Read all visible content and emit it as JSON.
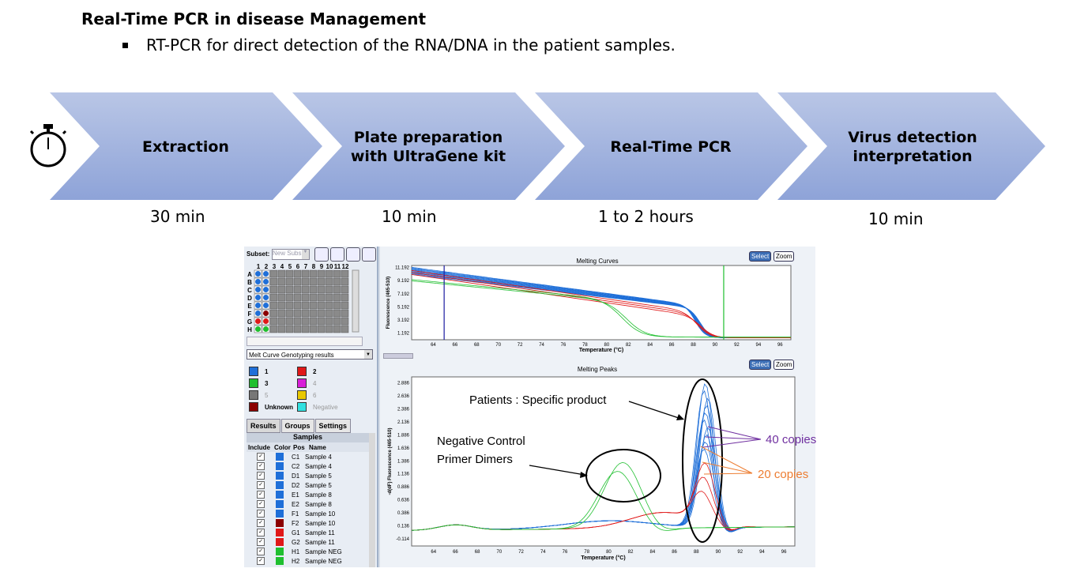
{
  "heading": "Real-Time PCR in disease Management",
  "bullet": "RT-PCR for direct detection of the RNA/DNA in the patient samples.",
  "steps": [
    {
      "line1": "Extraction",
      "line2": "",
      "duration": "30 min"
    },
    {
      "line1": "Plate preparation",
      "line2": "with UltraGene kit",
      "duration": "10 min"
    },
    {
      "line1": "Real-Time PCR",
      "line2": "",
      "duration": "1 to 2  hours"
    },
    {
      "line1": "Virus detection",
      "line2": "interpretation",
      "duration": "10 min"
    }
  ],
  "colors": {
    "chevron_top": "#b9c6e6",
    "chevron_bottom": "#8ea3d8",
    "blue": "#1f6fd8",
    "red": "#e01818",
    "green": "#1fbf2f"
  },
  "software": {
    "subset_label": "Subset:",
    "subset_value": "New Subs",
    "plate_cols": [
      "1",
      "2",
      "3",
      "4",
      "5",
      "6",
      "7",
      "8",
      "9",
      "10",
      "11",
      "12"
    ],
    "plate_rows": [
      "A",
      "B",
      "C",
      "D",
      "E",
      "F",
      "G",
      "H"
    ],
    "analysis_select": "Melt Curve Genotyping results",
    "legend": [
      {
        "label": "1",
        "color": "#1f6fd8",
        "dim": false
      },
      {
        "label": "2",
        "color": "#e01818",
        "dim": false
      },
      {
        "label": "3",
        "color": "#1fbf2f",
        "dim": false
      },
      {
        "label": "4",
        "color": "#d81fd8",
        "dim": true
      },
      {
        "label": "5",
        "color": "#777777",
        "dim": true
      },
      {
        "label": "6",
        "color": "#e8c800",
        "dim": true
      },
      {
        "label": "Unknown",
        "color": "#8b0000",
        "dim": false
      },
      {
        "label": "Negative",
        "color": "#30e0e0",
        "dim": true
      }
    ],
    "tabs": [
      "Results",
      "Groups",
      "Settings"
    ],
    "samples_title": "Samples",
    "samples_headers": [
      "Include",
      "Color",
      "Pos",
      "Name"
    ],
    "samples": [
      {
        "pos": "C1",
        "name": "Sample 4",
        "color": "#1f6fd8"
      },
      {
        "pos": "C2",
        "name": "Sample 4",
        "color": "#1f6fd8"
      },
      {
        "pos": "D1",
        "name": "Sample 5",
        "color": "#1f6fd8"
      },
      {
        "pos": "D2",
        "name": "Sample 5",
        "color": "#1f6fd8"
      },
      {
        "pos": "E1",
        "name": "Sample 8",
        "color": "#1f6fd8"
      },
      {
        "pos": "E2",
        "name": "Sample 8",
        "color": "#1f6fd8"
      },
      {
        "pos": "F1",
        "name": "Sample 10",
        "color": "#1f6fd8"
      },
      {
        "pos": "F2",
        "name": "Sample 10",
        "color": "#8b0000"
      },
      {
        "pos": "G1",
        "name": "Sample 11",
        "color": "#e01818"
      },
      {
        "pos": "G2",
        "name": "Sample 11",
        "color": "#e01818"
      },
      {
        "pos": "H1",
        "name": "Sample NEG",
        "color": "#1fbf2f"
      },
      {
        "pos": "H2",
        "name": "Sample NEG",
        "color": "#1fbf2f"
      }
    ],
    "curves_title": "Melting Curves",
    "peaks_title": "Melting Peaks",
    "select_label": "Select",
    "zoom_label": "Zoom",
    "curves_ylabel": "Fluorescence (465-510)",
    "peaks_ylabel": "-d(dF) Fluorescence (465-510)",
    "xlabel": "Temperature (°C)",
    "x_ticks": [
      "64",
      "66",
      "68",
      "70",
      "72",
      "74",
      "76",
      "78",
      "80",
      "82",
      "84",
      "86",
      "88",
      "90",
      "92",
      "94",
      "96"
    ],
    "curves_y_ticks": [
      "11.192",
      "9.192",
      "7.192",
      "5.192",
      "3.192",
      "1.192"
    ],
    "peaks_y_ticks": [
      "2.886",
      "2.636",
      "2.386",
      "2.136",
      "1.886",
      "1.636",
      "1.386",
      "1.136",
      "0.886",
      "0.636",
      "0.386",
      "0.136",
      "-0.114"
    ]
  },
  "annotations": {
    "patients": "Patients : Specific product",
    "negative_line1": "Negative Control",
    "negative_line2": "Primer Dimers",
    "copies40": "40 copies",
    "copies20": "20 copies"
  }
}
